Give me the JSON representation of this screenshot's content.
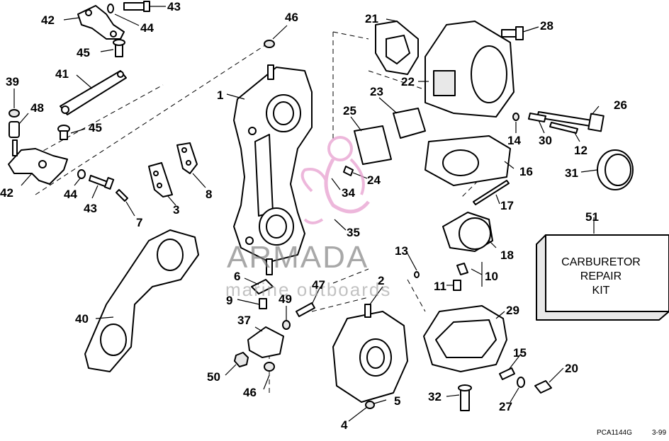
{
  "watermark": {
    "brand": "ARMADA",
    "tagline": "marine outboards",
    "logo_color": "#e8a0d0"
  },
  "kit_box": {
    "line1": "CARBURETOR",
    "line2": "REPAIR",
    "line3": "KIT"
  },
  "footer": {
    "code": "PCA1144G",
    "date": "3-99"
  },
  "callouts": {
    "c42a": "42",
    "c43a": "43",
    "c44a": "44",
    "c45a": "45",
    "c41": "41",
    "c39": "39",
    "c48": "48",
    "c45b": "45",
    "c42b": "42",
    "c44b": "44",
    "c43b": "43",
    "c7": "7",
    "c3": "3",
    "c8": "8",
    "c1": "1",
    "c46a": "46",
    "c21": "21",
    "c28": "28",
    "c22": "22",
    "c23": "23",
    "c25": "25",
    "c26": "26",
    "c14": "14",
    "c30": "30",
    "c12": "12",
    "c24": "24",
    "c34": "34",
    "c16": "16",
    "c31": "31",
    "c17": "17",
    "c35": "35",
    "c51": "51",
    "c18": "18",
    "c13": "13",
    "c10": "10",
    "c11": "11",
    "c6": "6",
    "c9": "9",
    "c47": "47",
    "c49": "49",
    "c2": "2",
    "c29": "29",
    "c40": "40",
    "c37": "37",
    "c15": "15",
    "c20": "20",
    "c50": "50",
    "c46b": "46",
    "c32": "32",
    "c27": "27",
    "c5": "5",
    "c4": "4"
  }
}
